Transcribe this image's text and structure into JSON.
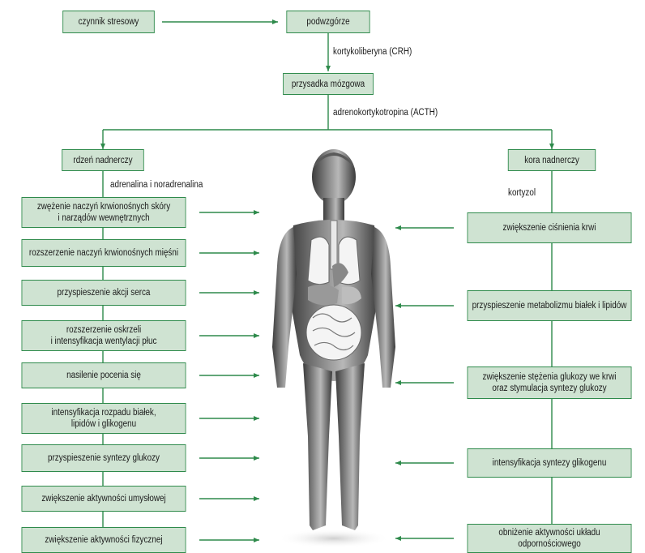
{
  "colors": {
    "box_fill": "#cfe3d2",
    "box_border": "#2e8a4b",
    "line": "#2e8a4b"
  },
  "top": {
    "stressor": "czynnik stresowy",
    "hypothalamus": "podwzgórze",
    "crh_label": "kortykoliberyna (CRH)",
    "pituitary": "przysadka mózgowa",
    "acth_label": "adrenokortykotropina (ACTH)"
  },
  "left": {
    "header": "rdzeń nadnerczy",
    "hormone_label": "adrenalina i noradrenalina",
    "effects": [
      "zwężenie naczyń krwionośnych skóry\ni narządów wewnętrznych",
      "rozszerzenie naczyń krwionośnych mięśni",
      "przyspieszenie akcji serca",
      "rozszerzenie oskrzeli\ni intensyfikacja wentylacji płuc",
      "nasilenie pocenia się",
      "intensyfikacja rozpadu białek,\nlipidów i glikogenu",
      "przyspieszenie syntezy glukozy",
      "zwiększenie aktywności umysłowej",
      "zwiększenie aktywności fizycznej"
    ]
  },
  "right": {
    "header": "kora nadnerczy",
    "hormone_label": "kortyzol",
    "effects": [
      "zwiększenie ciśnienia krwi",
      "przyspieszenie metabolizmu białek i lipidów",
      "zwiększenie stężenia glukozy we krwi\noraz stymulacja syntezy glukozy",
      "intensyfikacja syntezy glikogenu",
      "obniżenie aktywności układu odpornościowego"
    ]
  },
  "figure_icon": "human-body-anatomy-icon"
}
